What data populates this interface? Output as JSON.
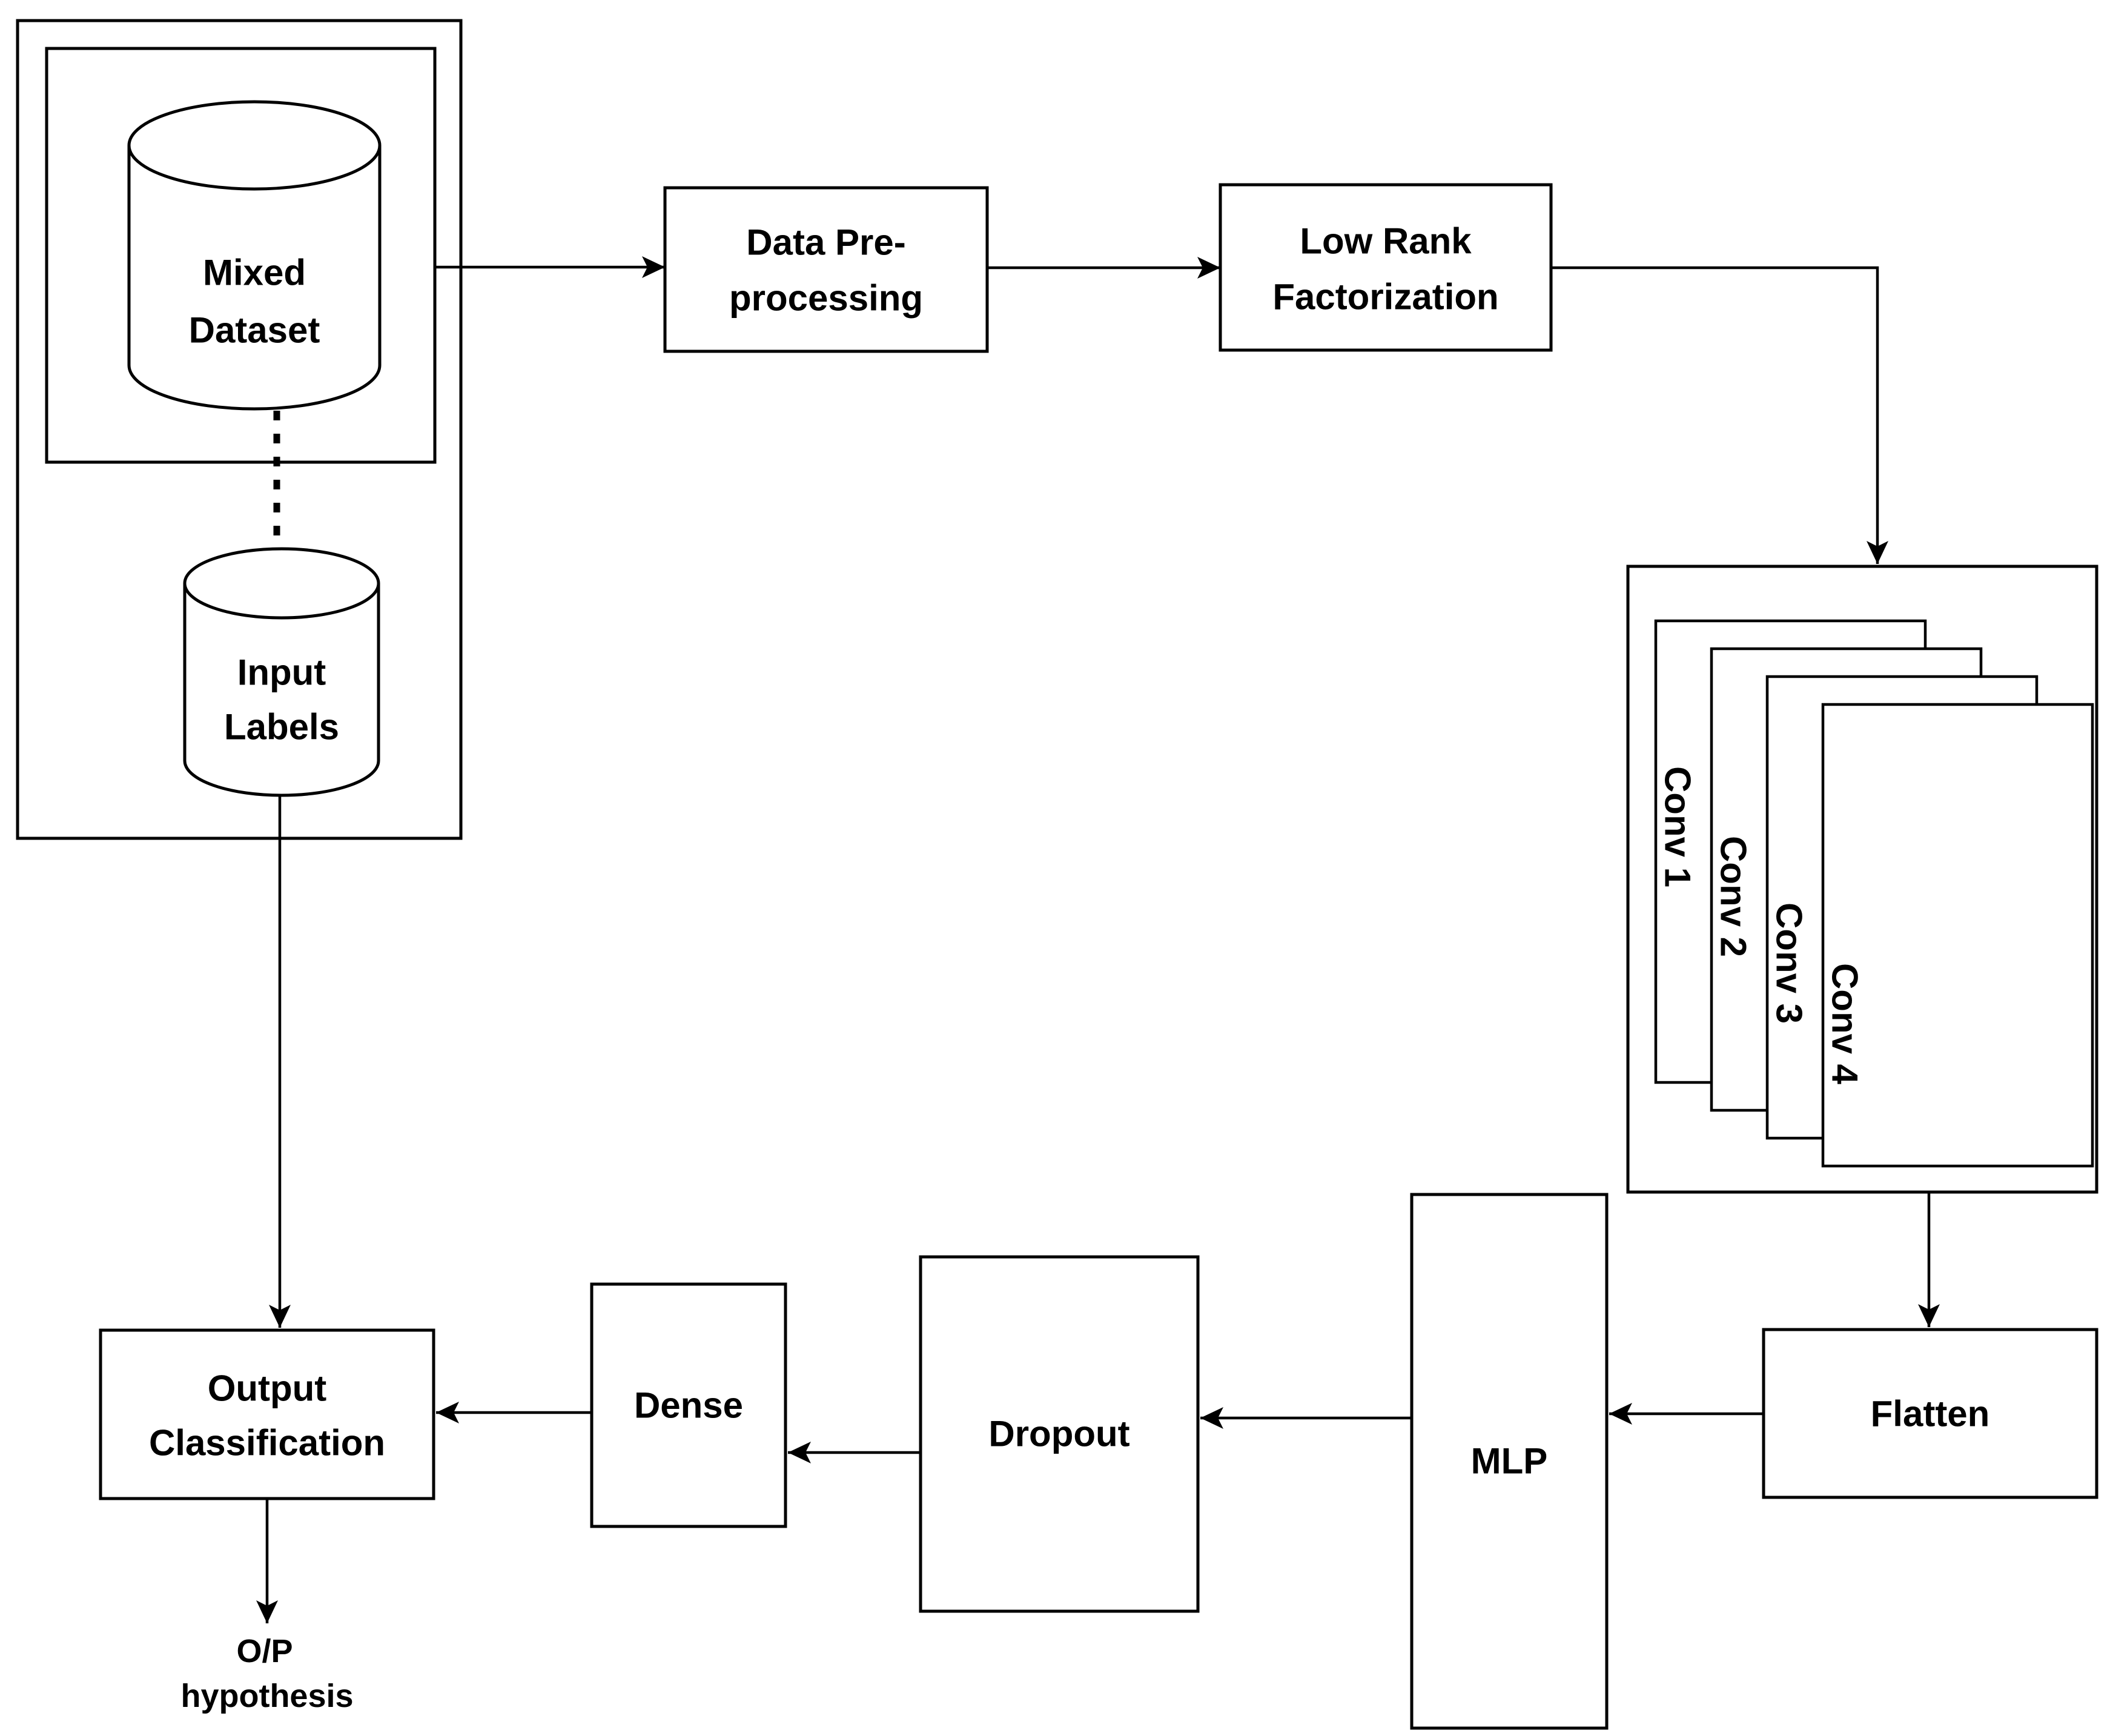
{
  "colors": {
    "stroke": "#000000",
    "fill": "#ffffff",
    "text": "#000000",
    "background": "#ffffff"
  },
  "nodes": {
    "mixed_dataset": {
      "line1": "Mixed",
      "line2": "Dataset"
    },
    "input_labels": {
      "line1": "Input",
      "line2": "Labels"
    },
    "data_preprocessing": {
      "line1": "Data Pre-",
      "line2": "processing"
    },
    "low_rank_factorization": {
      "line1": "Low Rank",
      "line2": "Factorization"
    },
    "conv_layers": [
      "Conv 1",
      "Conv 2",
      "Conv 3",
      "Conv 4"
    ],
    "flatten": "Flatten",
    "mlp": "MLP",
    "dropout": "Dropout",
    "dense": "Dense",
    "output_classification": {
      "line1": "Output",
      "line2": "Classification"
    },
    "op_hypothesis": {
      "line1": "O/P",
      "line2": "hypothesis"
    }
  }
}
